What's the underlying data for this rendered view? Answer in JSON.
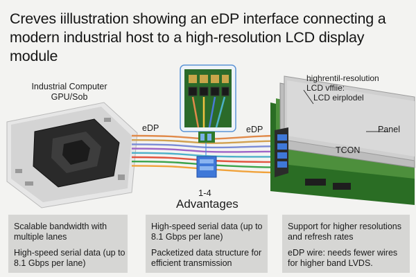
{
  "title": "Creves iillustration showing an eDP interface connecting a modern industrial host to a high-resolution LCD display module",
  "labels": {
    "host_line1": "Industrial Computer",
    "host_line2": "GPU/Sob",
    "edp_left": "eDP",
    "edp_right": "eDP",
    "lcd_line1": "highrentil-resolution",
    "lcd_line2": "LCD vffiie:",
    "lcd_line3": "LCD eirplodel",
    "panel": "Panel",
    "tcon": "TCON",
    "range": "1-4",
    "advantages": "Advantages"
  },
  "panels": [
    {
      "item1": "Scalable bandwidth with multiple lanes",
      "item2": "High-speed serial data (up to 8.1 Gbps per lane)"
    },
    {
      "item1": "High-speed serial data (up to 8.1 Gbps per lane)",
      "item2": "Packetized data structure for efficient transmission"
    },
    {
      "item1": "Support for higher resolutions and refresh rates",
      "item2": "eDP wire: needs fewer wires for higher band LVDS."
    }
  ],
  "colors": {
    "pcb_green": "#2f7a2a",
    "board_grey": "#dcdcdc",
    "lane_colors": [
      "#e08a4a",
      "#d1a04f",
      "#7a8bd6",
      "#9d63c6",
      "#4db0c8",
      "#e2553f",
      "#3aa34a",
      "#f0a23b"
    ]
  }
}
